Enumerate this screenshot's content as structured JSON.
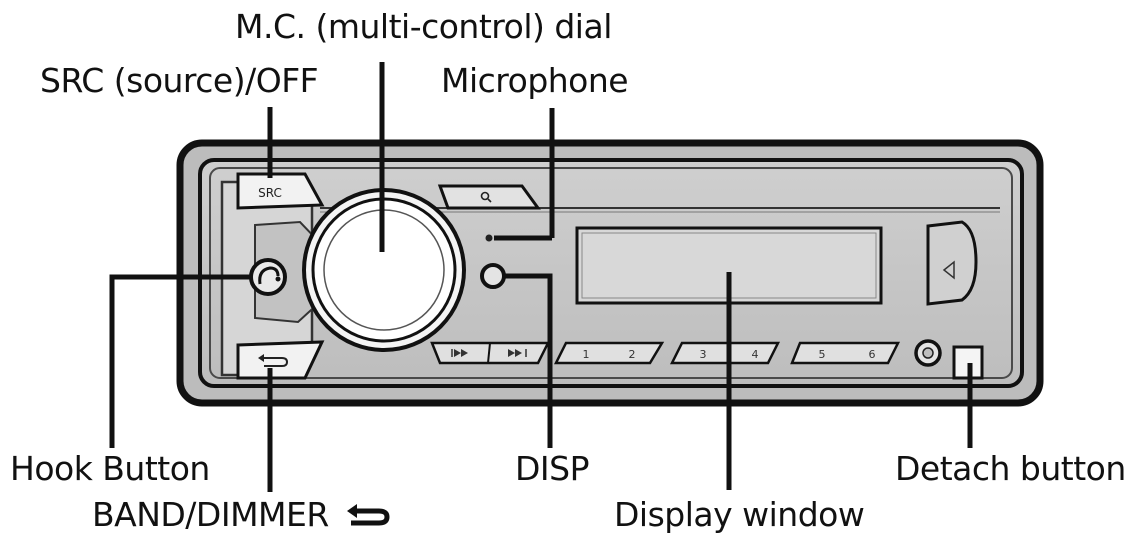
{
  "labels": {
    "mc_dial": "M.C. (multi-control) dial",
    "src_off": "SRC (source)/OFF",
    "microphone": "Microphone",
    "hook_button": "Hook Button",
    "band_dimmer": "BAND/DIMMER",
    "disp": "DISP",
    "display_window": "Display window",
    "detach_button": "Detach button"
  },
  "unit": {
    "src_button_text": "SRC",
    "search_icon": "search-icon",
    "back_arrow_icon": "return-arrow-icon",
    "hook_icon": "phone-hook-icon",
    "eject_icon": "eject-triangle-icon",
    "track_prev_icon": "skip-previous-icon",
    "track_next_icon": "skip-next-icon",
    "preset_buttons": [
      {
        "left": "1",
        "right": "2"
      },
      {
        "left": "3",
        "right": "4"
      },
      {
        "left": "5",
        "right": "6"
      }
    ]
  },
  "colors": {
    "line": "#111111",
    "panel_fill": "#d9d9d9",
    "button_fill": "#e6e6e6",
    "white": "#ffffff"
  }
}
